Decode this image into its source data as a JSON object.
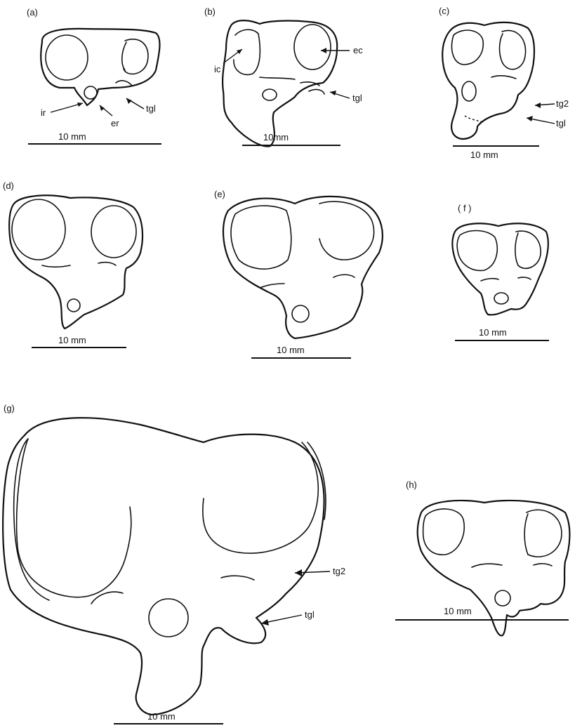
{
  "panels": [
    {
      "id": "a",
      "label": "(a)",
      "scale": "10 mm",
      "annotations": [
        "ir",
        "er",
        "tgl"
      ]
    },
    {
      "id": "b",
      "label": "(b)",
      "scale": "10mm",
      "annotations": [
        "ic",
        "ec",
        "tgl"
      ]
    },
    {
      "id": "c",
      "label": "(c)",
      "scale": "10 mm",
      "annotations": [
        "tg2",
        "tgl"
      ]
    },
    {
      "id": "d",
      "label": "(d)",
      "scale": "10 mm",
      "annotations": []
    },
    {
      "id": "e",
      "label": "(e)",
      "scale": "10 mm",
      "annotations": []
    },
    {
      "id": "f",
      "label": "( f )",
      "scale": "10 mm",
      "annotations": []
    },
    {
      "id": "g",
      "label": "(g)",
      "scale": "10 mm",
      "annotations": [
        "tg2",
        "tgl"
      ]
    },
    {
      "id": "h",
      "label": "(h)",
      "scale": "10 mm",
      "annotations": []
    }
  ]
}
